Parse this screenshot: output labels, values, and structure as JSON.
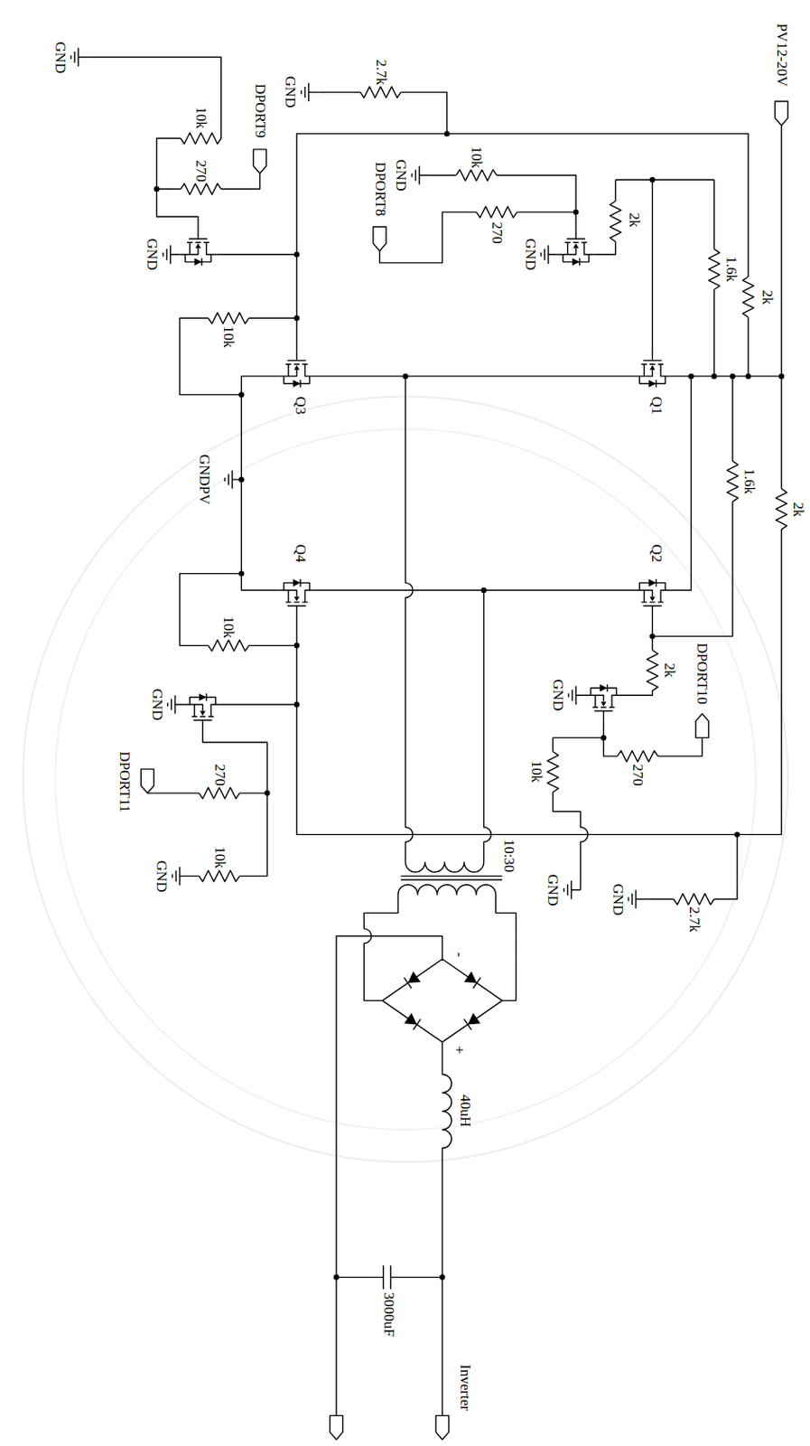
{
  "diagram": {
    "labels": [
      "PV12-20V",
      "2.7k",
      "GND",
      "GND",
      "10k",
      "270",
      "DPORT9",
      "GND",
      "10k",
      "Q3",
      "GND",
      "10k",
      "270",
      "DPORT8",
      "GND",
      "2k",
      "Q1",
      "1.6k",
      "2k",
      "GNDPV",
      "Q4",
      "10k",
      "Q2",
      "1.6k",
      "2k",
      "2k",
      "GND",
      "GND",
      "DPORT10",
      "270",
      "10k",
      "GND",
      "2.7k",
      "GND",
      "DPORT11",
      "270",
      "10k",
      "GND",
      "10:30",
      "-",
      "+",
      "40uH",
      "3000uF",
      "Inverter"
    ]
  }
}
